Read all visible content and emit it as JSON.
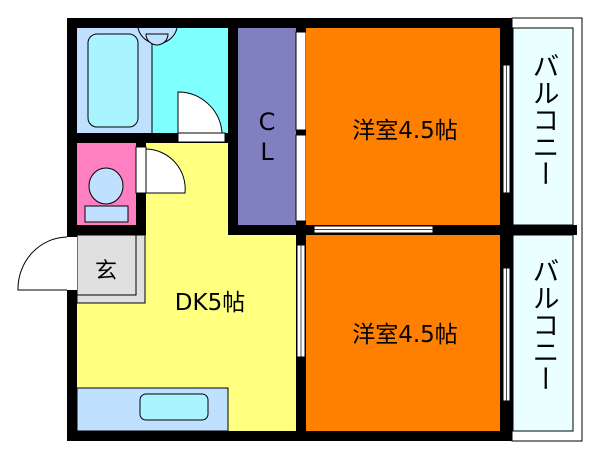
{
  "rooms": {
    "closet": "C L",
    "closet_c": "C",
    "closet_l": "L",
    "western_room_1": "洋室4.5帖",
    "western_room_2": "洋室4.5帖",
    "dining_kitchen": "DK5帖",
    "entrance": "玄",
    "balcony_1": "バルコニー",
    "balcony_2": "バルコニー"
  },
  "colors": {
    "wall": "#000000",
    "bath": "#bfe0ff",
    "washroom": "#80ffff",
    "toilet": "#ff80c0",
    "closet": "#8080c0",
    "western_room": "#ff8000",
    "dk": "#ffff80",
    "entrance": "#e0e0e0",
    "balcony": "#eaffff"
  }
}
